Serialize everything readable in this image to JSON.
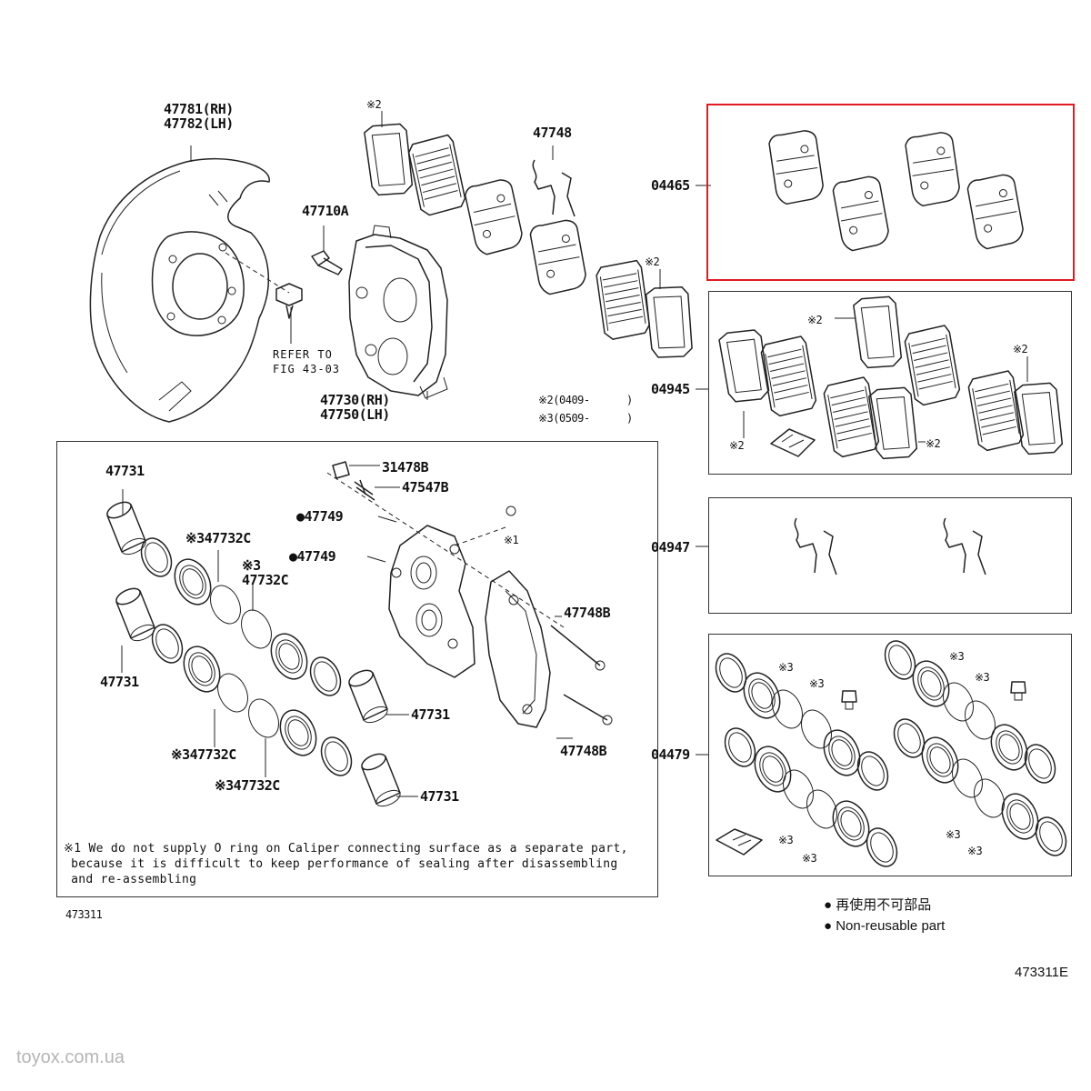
{
  "watermark": "toyox.com.ua",
  "diagram_code": "473311E",
  "inner_code": "473311",
  "labels": {
    "dust_cover": "47781(RH)\n47782(LH)",
    "bolt_47710a": "47710A",
    "refer": "REFER TO\nFIG 43-03",
    "caliper_assy": "47730(RH)\n47750(LH)",
    "clip_47748": "47748",
    "mark2_a": "※2",
    "mark2_b": "※2",
    "range_2": "※2(0409-      )",
    "range_3": "※3(0509-      )",
    "kit_04465": "04465",
    "kit_04945": "04945",
    "kit_04947": "04947",
    "kit_04479": "04479",
    "p47731_a": "47731",
    "p47731_b": "47731",
    "p47731_c": "47731",
    "p47731_d": "47731",
    "seal_a": "※347732C",
    "seal_b": "※3\n47732C",
    "seal_c": "※347732C",
    "seal_d": "※347732C",
    "p31478b": "31478B",
    "p47547b": "47547B",
    "p47749_a": "●47749",
    "p47749_b": "●47749",
    "mark1": "※1",
    "pin_a": "47748B",
    "pin_b": "47748B",
    "b_mark2_1": "※2",
    "b_mark2_2": "※2",
    "b_mark2_3": "※2",
    "b_mark2_4": "※2",
    "k_mark3_1": "※3",
    "k_mark3_2": "※3",
    "k_mark3_3": "※3",
    "k_mark3_4": "※3",
    "k_mark3_5": "※3",
    "k_mark3_6": "※3",
    "k_mark3_7": "※3",
    "k_mark3_8": "※3"
  },
  "note": "※1 We do not supply O ring on Caliper connecting surface as a separate part,\n because it is difficult to keep performance of sealing after disassembling\n and re-assembling",
  "legend": {
    "jp": "● 再使用不可部品",
    "en": "● Non-reusable part"
  },
  "colors": {
    "highlight": "#e11b22",
    "line": "#222222",
    "watermark": "#b5b5b5"
  }
}
